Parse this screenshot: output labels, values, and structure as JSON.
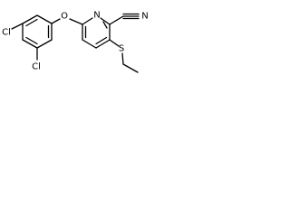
{
  "molecule": {
    "atom_labels": {
      "cl_top": "Cl",
      "cl_bottom": "Cl",
      "oxygen": "O",
      "nitrogen_ring": "N",
      "nitrogen_nitrile": "N",
      "sulfur": "S"
    },
    "colors": {
      "bond": "#000000",
      "label": "#000000",
      "background": "#ffffff"
    }
  }
}
